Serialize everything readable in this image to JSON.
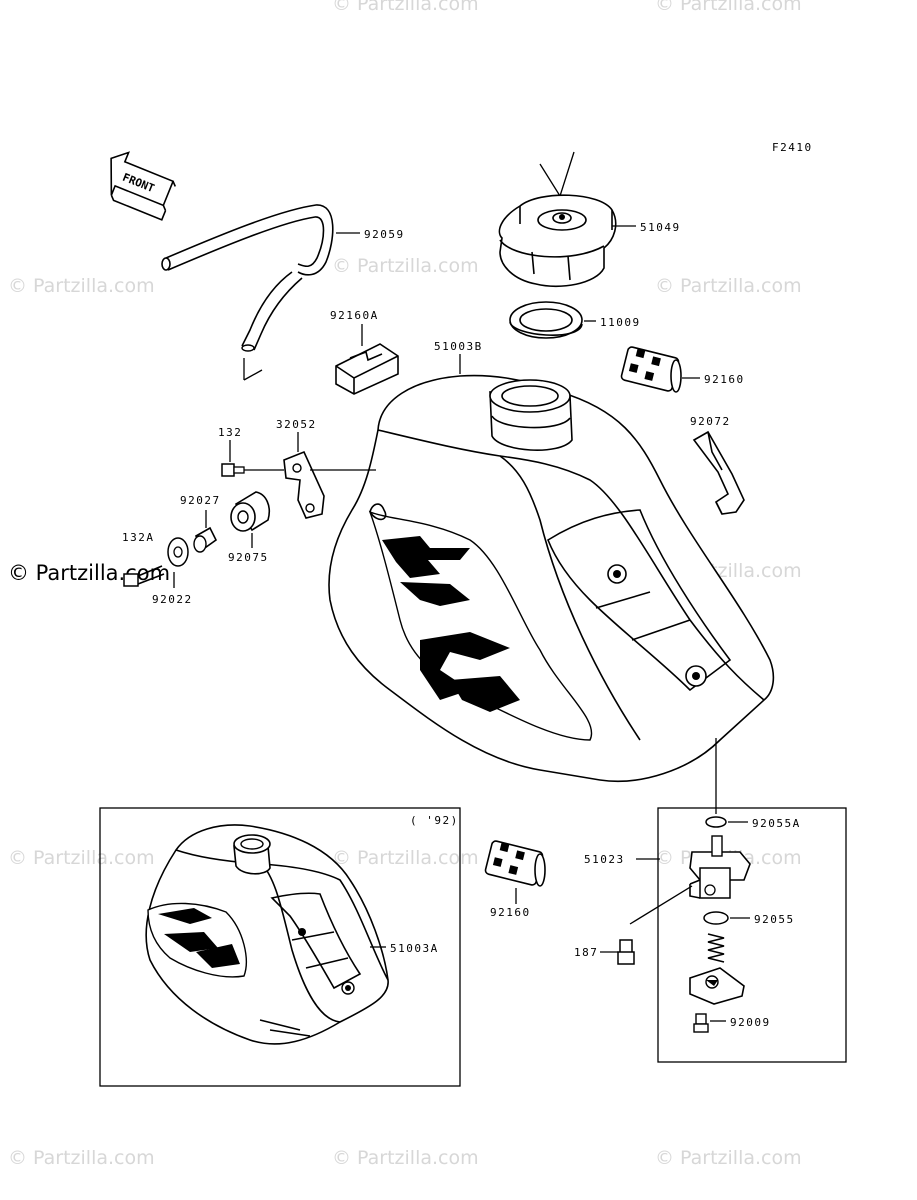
{
  "figure_code": "F2410",
  "front_arrow_label": "FRONT",
  "inset_label": "( '92)",
  "watermark_text": "© Partzilla.com",
  "watermark_dark_text": "© Partzilla.com",
  "parts": {
    "p92059": "92059",
    "p51049": "51049",
    "p11009": "11009",
    "p92160a": "92160A",
    "p51003b": "51003B",
    "p92160_top": "92160",
    "p132": "132",
    "p32052": "32052",
    "p92072": "92072",
    "p92027": "92027",
    "p132a": "132A",
    "p92075": "92075",
    "p92022": "92022",
    "p92160_mid": "92160",
    "p51003a": "51003A",
    "p92055a": "92055A",
    "p51023": "51023",
    "p92055": "92055",
    "p187": "187",
    "p92009": "92009"
  }
}
